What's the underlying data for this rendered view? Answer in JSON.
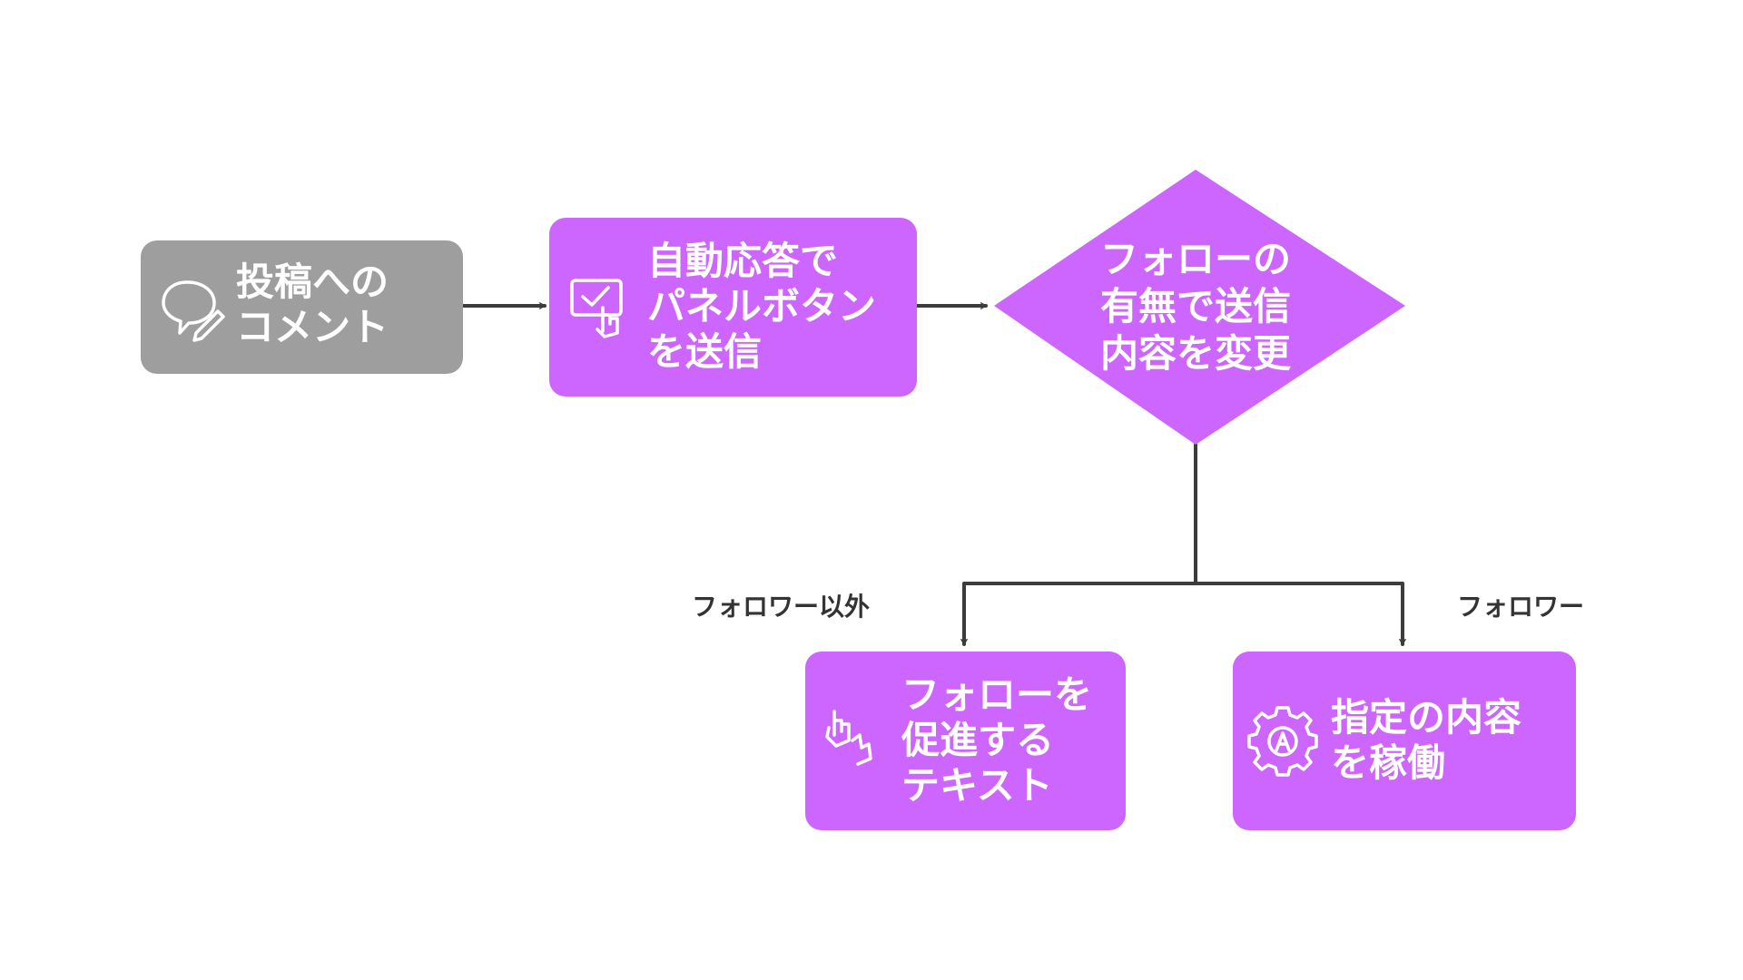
{
  "colors": {
    "start_fill": "#9e9e9e",
    "process_fill": "#cc66ff",
    "edge": "#3c3c3c",
    "text": "#ffffff",
    "label": "#333333"
  },
  "nodes": {
    "comment": {
      "icon": "speech-bubble-pencil-icon",
      "lines": [
        "投稿への",
        "コメント"
      ]
    },
    "auto_reply": {
      "icon": "touch-screen-check-icon",
      "lines": [
        "自動応答で",
        "パネルボタン",
        "を送信"
      ]
    },
    "decision": {
      "lines": [
        "フォローの",
        "有無で送信",
        "内容を変更"
      ]
    },
    "promote": {
      "icon": "hand-pointing-icon",
      "lines": [
        "フォローを",
        "促進する",
        "テキスト"
      ]
    },
    "run": {
      "icon": "gear-icon",
      "lines": [
        "指定の内容",
        "を稼働"
      ]
    }
  },
  "edges": {
    "non_follower_label": "フォロワー以外",
    "follower_label": "フォロワー"
  }
}
